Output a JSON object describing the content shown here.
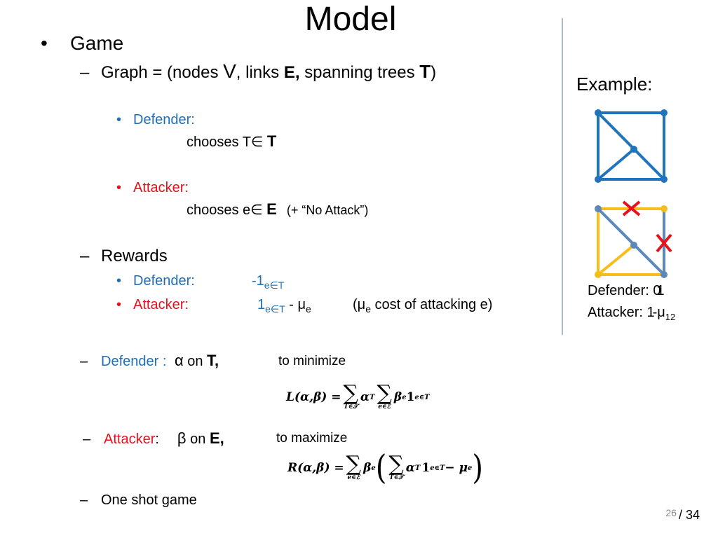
{
  "slide": {
    "title": "Model",
    "page_current": "26",
    "page_total": "/ 34"
  },
  "game": {
    "bullet": "•",
    "label": "Game",
    "graph_line": {
      "dash": "–",
      "prefix": "Graph = (nodes ",
      "V": "V",
      "mid1": ", links ",
      "E": "E,",
      "mid2": " spanning trees ",
      "T": "T",
      "suffix": ")"
    },
    "defender": {
      "bullet": "•",
      "label": "Defender:",
      "choose_text": "chooses   T∈ ",
      "choose_set": "T"
    },
    "attacker": {
      "bullet": "•",
      "label": "Attacker:",
      "choose_text": "chooses   e∈ ",
      "choose_set": "E",
      "note": "(+ “No Attack”)"
    }
  },
  "rewards": {
    "dash": "–",
    "label": "Rewards",
    "defender": {
      "bullet": "•",
      "label": "Defender:",
      "value_main": "-1",
      "value_sub": "e∈T"
    },
    "attacker": {
      "bullet": "•",
      "label": "Attacker:",
      "value_main": "1",
      "value_sub": "e∈T",
      "value_minus": " - μ",
      "value_mu_sub": "e",
      "note_open": "(μ",
      "note_sub": "e",
      "note_rest": " cost of attacking e)"
    }
  },
  "defender_strategy": {
    "dash": "–",
    "label": "Defender : ",
    "greek": "α",
    "on": " on ",
    "set": "T,",
    "goal": "to minimize",
    "formula": {
      "lhs": "L(α,β) =",
      "sum1_lim": "T∈𝒯",
      "term1": "α",
      "term1_sub": "T",
      "sum2_lim": "e∈ℰ",
      "term2": "β",
      "term2_sub": "e",
      "term3": "1",
      "term3_sub": "e∈T"
    }
  },
  "attacker_strategy": {
    "dash": "–",
    "label": "Attacker",
    "colon": ":",
    "greek": "β",
    "on": "  on ",
    "set": "E,",
    "goal": "to maximize",
    "formula": {
      "lhs": "R(α,β) =",
      "sum1_lim": "e∈ℰ",
      "term1": "β",
      "term1_sub": "e",
      "sum2_lim": "T∈𝒯",
      "term2": "α",
      "term2_sub": "T",
      "term3": "1",
      "term3_sub": "e∈T",
      "term4": "− μ",
      "term4_sub": "e"
    }
  },
  "one_shot": {
    "dash": "–",
    "label": "One shot game"
  },
  "example": {
    "label": "Example:",
    "colors": {
      "graph_blue": "#1f74bd",
      "tree_yellow": "#f6bd1c",
      "attack_blue": "#5b87b9",
      "cross_red": "#e8101a"
    },
    "caption_defender": "Defender:  0",
    "caption_defender_overlay": "1",
    "caption_attacker": "Attacker:  1",
    "caption_attacker_overlay": "-μ",
    "caption_attacker_sub": "1",
    "caption_attacker_sub2": "2"
  }
}
